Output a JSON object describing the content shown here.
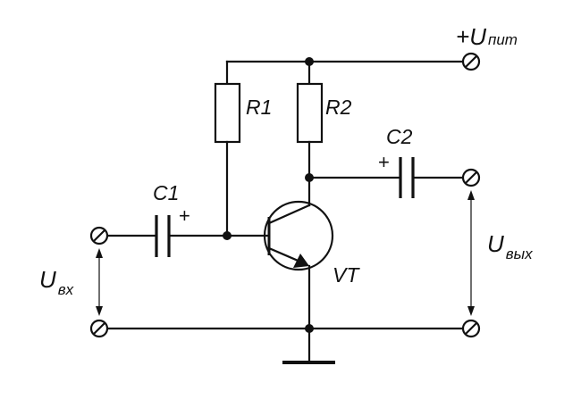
{
  "labels": {
    "r1": "R1",
    "r2": "R2",
    "c1": "C1",
    "c2": "C2",
    "vt": "VT",
    "c1_polarity": "+",
    "c2_polarity": "+",
    "supply_sign": "+",
    "supply_u": "U",
    "supply_sub": "пит",
    "input_u": "U",
    "input_sub": "вх",
    "output_u": "U",
    "output_sub": "вых"
  }
}
